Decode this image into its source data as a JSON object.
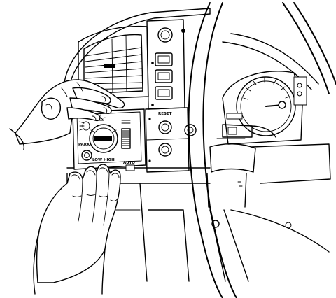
{
  "labels": {
    "reset": "RESET",
    "park": "PARK",
    "low_high": "LOW HIGH",
    "auto": "AUTO"
  },
  "icons": [
    "headlamp-icon",
    "dome-lamp-icon",
    "parking-lamp-icon",
    "dimmer-thumbwheel-icon"
  ],
  "colors": {
    "ink": "#000000",
    "paper": "#ffffff"
  }
}
